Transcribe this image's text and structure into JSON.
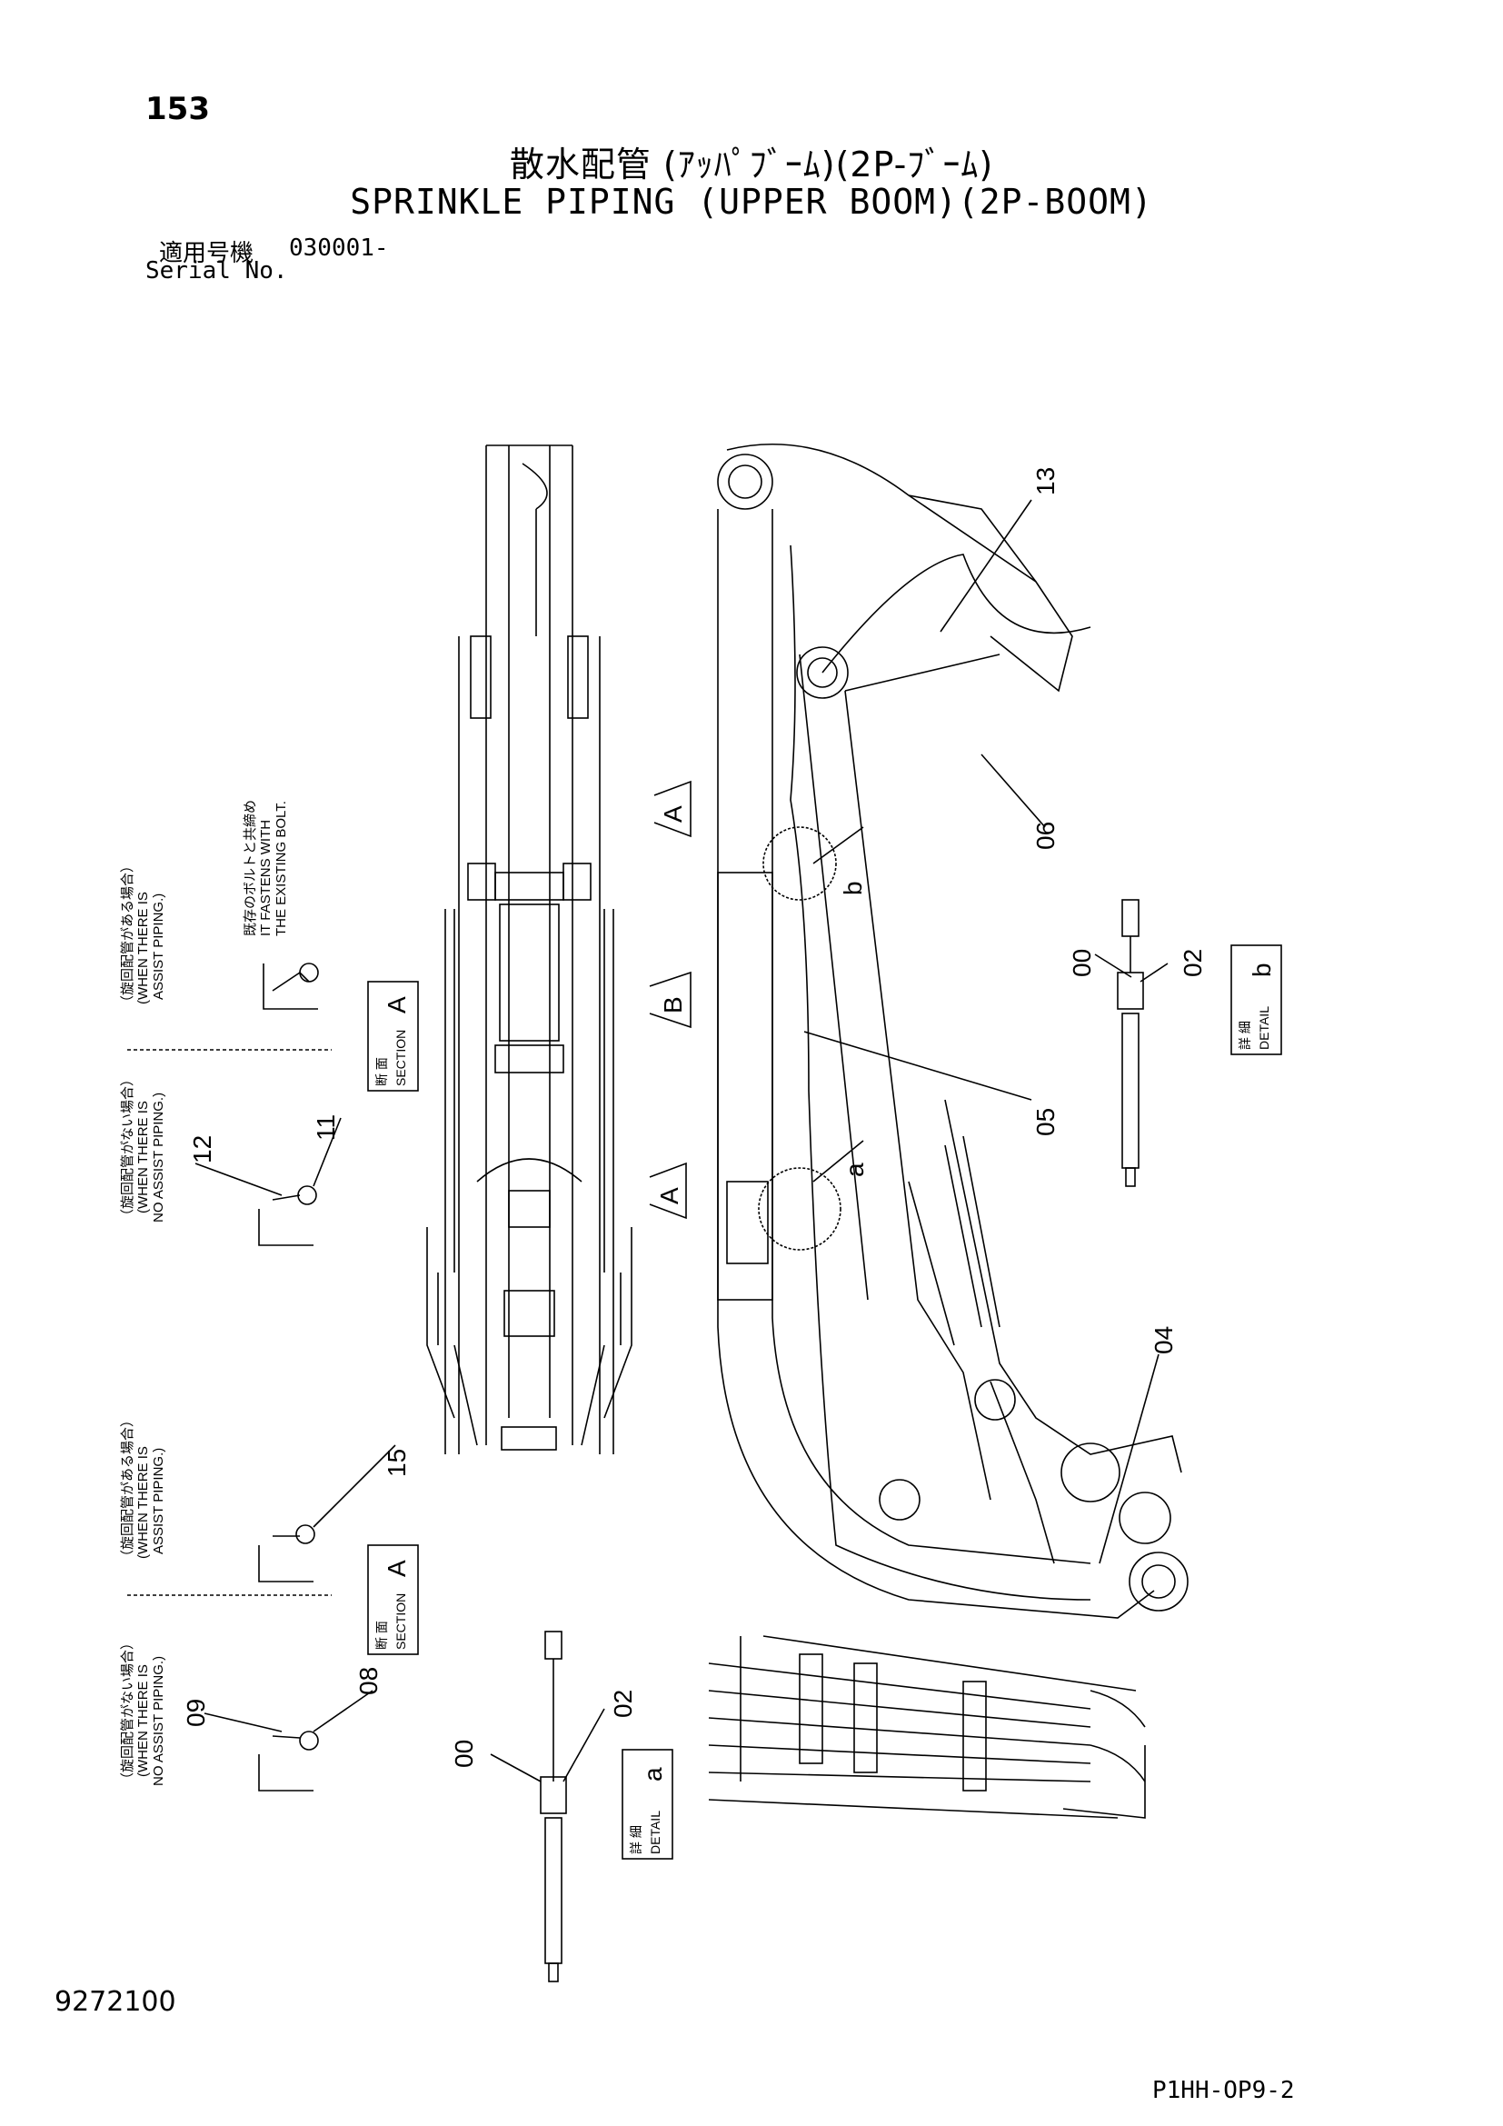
{
  "page_number": "153",
  "title_jp": "散水配管 (ｱｯﾊﾟﾌﾞｰﾑ)(2P-ﾌﾞｰﾑ)",
  "title_en": "SPRINKLE PIPING (UPPER BOOM)(2P-BOOM)",
  "serial": {
    "label_jp": "適用号機",
    "label_en": "Serial No.",
    "value": "030001-"
  },
  "doc_number": "9272100",
  "part_code": "P1HH-OP9-2",
  "notes": {
    "with_assist_jp": "（旋回配管がある場合）",
    "with_assist_en1": "(WHEN THERE IS",
    "with_assist_en2": "ASSIST PIPING.)",
    "no_assist_jp": "（旋回配管がない場合）",
    "no_assist_en1": "(WHEN THERE IS",
    "no_assist_en2": "NO ASSIST PIPING.)",
    "fastens_jp": "既存のボルトと共締め",
    "fastens_en1": "IT FASTENS WITH",
    "fastens_en2": "THE EXISTING BOLT."
  },
  "section_boxes": {
    "jp": "断 面",
    "en": "SECTION",
    "letter": "A"
  },
  "detail_boxes": {
    "jp": "詳 細",
    "en": "DETAIL",
    "letter_a": "a",
    "letter_b": "b"
  },
  "view_arrows": {
    "a": "A",
    "b": "B"
  },
  "callouts": {
    "c00": "00",
    "c02": "02",
    "c04": "04",
    "c05": "05",
    "c06": "06",
    "c08": "08",
    "c09": "09",
    "c11": "11",
    "c12": "12",
    "c13": "13",
    "c15": "15",
    "circ_a": "a",
    "circ_b": "b"
  }
}
